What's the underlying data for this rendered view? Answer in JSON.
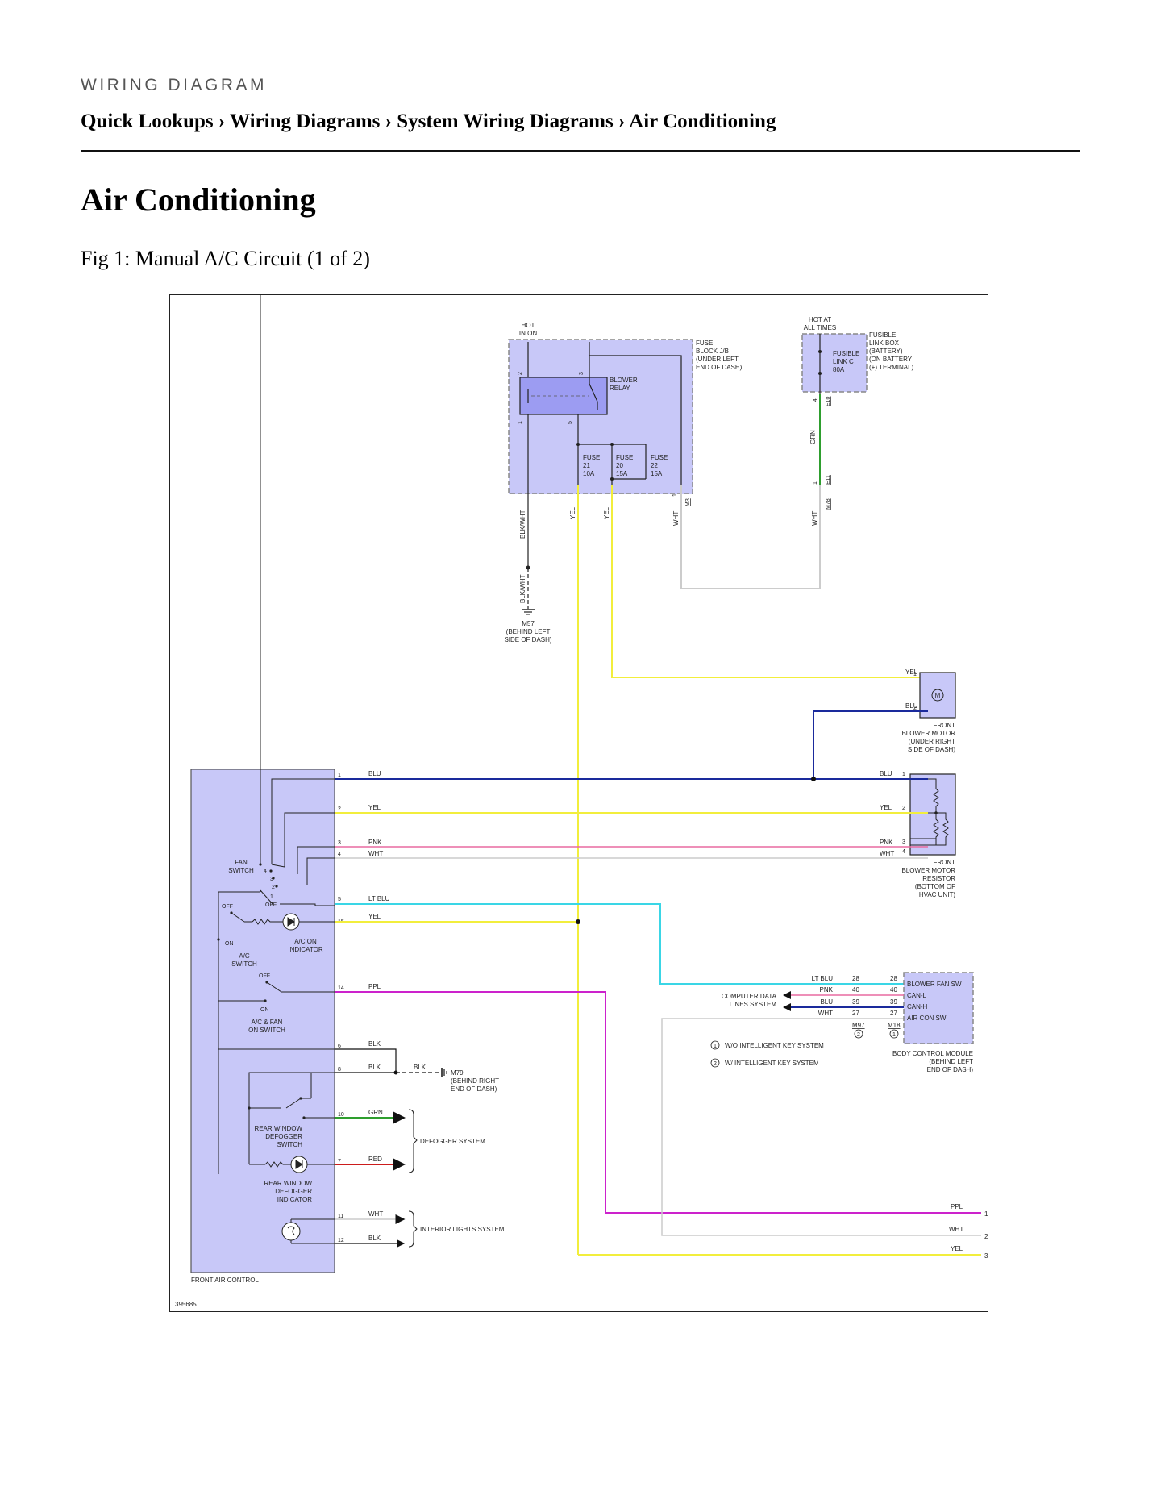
{
  "page": {
    "kicker": "WIRING DIAGRAM",
    "breadcrumb": "Quick Lookups › Wiring Diagrams › System Wiring Diagrams › Air Conditioning",
    "title": "Air Conditioning",
    "figure_caption": "Fig 1: Manual A/C Circuit (1 of 2)"
  },
  "colors": {
    "box_fill": "#c8c8f8",
    "box_stroke": "#888888",
    "wire_blu": "#1a2a9c",
    "wire_yel": "#f2ee3c",
    "wire_pnk": "#e86aa0",
    "wire_wht": "#cccccc",
    "wire_ltblu": "#3ad6e6",
    "wire_ppl": "#cc22cc",
    "wire_grn": "#2e9e2e",
    "wire_red": "#cc1c1c",
    "wire_blk": "#111111"
  },
  "diagram": {
    "figure_id": "395685",
    "fuse_block": {
      "hot_label": [
        "HOT",
        "IN ON"
      ],
      "name": [
        "FUSE",
        "BLOCK J/B",
        "(UNDER LEFT",
        "END OF DASH)"
      ],
      "relay": [
        "BLOWER",
        "RELAY"
      ],
      "relay_pins": [
        "2",
        "3",
        "1",
        "5"
      ],
      "fuses": [
        {
          "label": [
            "FUSE",
            "21",
            "10A"
          ]
        },
        {
          "label": [
            "FUSE",
            "20",
            "15A"
          ]
        },
        {
          "label": [
            "FUSE",
            "22",
            "15A"
          ]
        }
      ],
      "out_pin": "1",
      "out_conn": "M3"
    },
    "fusible_link": {
      "hot_label": [
        "HOT AT",
        "ALL TIMES"
      ],
      "name": [
        "FUSIBLE",
        "LINK BOX",
        "(BATTERY)",
        "(ON BATTERY",
        "(+) TERMINAL)"
      ],
      "inner": [
        "FUSIBLE",
        "LINK C",
        "80A"
      ],
      "pin_top": "4",
      "conn_top": "E10",
      "wire": "GRN",
      "pin_bottom": "1",
      "conn_bottom": "E11",
      "conn_bottom2": "M78"
    },
    "wire_labels": {
      "blk_wht": "BLK/WHT",
      "yel": "YEL",
      "wht": "WHT",
      "blu": "BLU",
      "pnk": "PNK",
      "lt_blu": "LT BLU",
      "ppl": "PPL",
      "blk": "BLK",
      "grn": "GRN",
      "red": "RED"
    },
    "ground_m57": [
      "M57",
      "(BEHIND LEFT",
      "SIDE OF DASH)"
    ],
    "ground_m79": [
      "M79",
      "(BEHIND RIGHT",
      "END OF DASH)"
    ],
    "blower_motor": {
      "name": [
        "FRONT",
        "BLOWER MOTOR",
        "(UNDER RIGHT",
        "SIDE OF DASH)"
      ],
      "symbol": "M",
      "pins": [
        "1",
        "2"
      ]
    },
    "resistor": {
      "name": [
        "FRONT",
        "BLOWER MOTOR",
        "RESISTOR",
        "(BOTTOM OF",
        "HVAC UNIT)"
      ],
      "pins": [
        "1",
        "2",
        "3",
        "4"
      ]
    },
    "bcm": {
      "name": [
        "BODY CONTROL MODULE",
        "(BEHIND LEFT",
        "END OF DASH)"
      ],
      "signals": [
        "BLOWER FAN SW",
        "CAN-L",
        "CAN-H",
        "AIR CON SW"
      ],
      "wires": [
        "LT BLU",
        "PNK",
        "BLU",
        "WHT"
      ],
      "pins_a": [
        "28",
        "40",
        "39",
        "27"
      ],
      "pins_b": [
        "28",
        "40",
        "39",
        "27"
      ],
      "conn_a": "M97",
      "conn_b": "M18",
      "note_a": "2",
      "note_b": "1",
      "cds": [
        "COMPUTER DATA",
        "LINES SYSTEM"
      ]
    },
    "notes": [
      {
        "num": "1",
        "text": "W/O INTELLIGENT KEY SYSTEM"
      },
      {
        "num": "2",
        "text": "W/ INTELLIGENT KEY SYSTEM"
      }
    ],
    "front_air_control": {
      "name": "FRONT AIR CONTROL",
      "fan_switch": [
        "FAN",
        "SWITCH"
      ],
      "fan_positions": [
        "4",
        "3",
        "2",
        "1",
        "OFF"
      ],
      "ac_switch": [
        "A/C",
        "SWITCH"
      ],
      "ac_on_indicator": [
        "A/C ON",
        "INDICATOR"
      ],
      "ac_fan_switch": [
        "A/C & FAN",
        "ON SWITCH"
      ],
      "defogger_switch": [
        "REAR WINDOW",
        "DEFOGGER",
        "SWITCH"
      ],
      "defogger_indicator": [
        "REAR WINDOW",
        "DEFOGGER",
        "INDICATOR"
      ],
      "off": "OFF",
      "on": "ON",
      "pins": [
        "1",
        "2",
        "3",
        "4",
        "5",
        "15",
        "14",
        "6",
        "8",
        "10",
        "7",
        "11",
        "12"
      ]
    },
    "defogger_system": "DEFOGGER SYSTEM",
    "interior_lights_system": "INTERIOR LIGHTS SYSTEM",
    "continuation": [
      {
        "wire": "PPL",
        "num": "1"
      },
      {
        "wire": "WHT",
        "num": "2"
      },
      {
        "wire": "YEL",
        "num": "3"
      }
    ]
  }
}
